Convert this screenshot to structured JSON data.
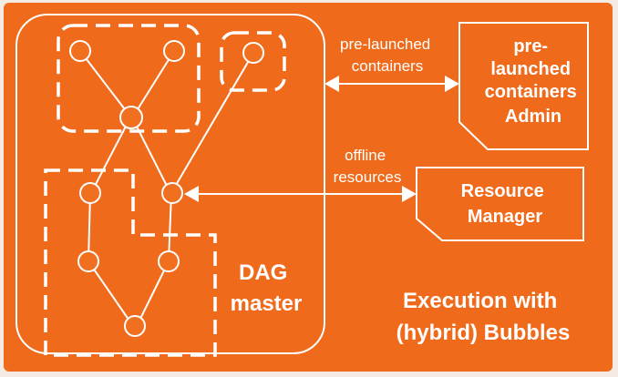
{
  "labels": {
    "prelaunched_link": [
      "pre-launched",
      "containers"
    ],
    "offline_link": [
      "offline",
      "resources"
    ],
    "admin_box": [
      "pre-",
      "launched",
      "containers",
      "Admin"
    ],
    "rm_box": [
      "Resource",
      "Manager"
    ],
    "dag_master": [
      "DAG",
      "master"
    ],
    "execution": [
      "Execution with",
      "(hybrid) Bubbles"
    ]
  },
  "colors": {
    "background": "#ef6a1b",
    "foreground": "#ffffff",
    "outer_frame": "#f5ebe3"
  }
}
